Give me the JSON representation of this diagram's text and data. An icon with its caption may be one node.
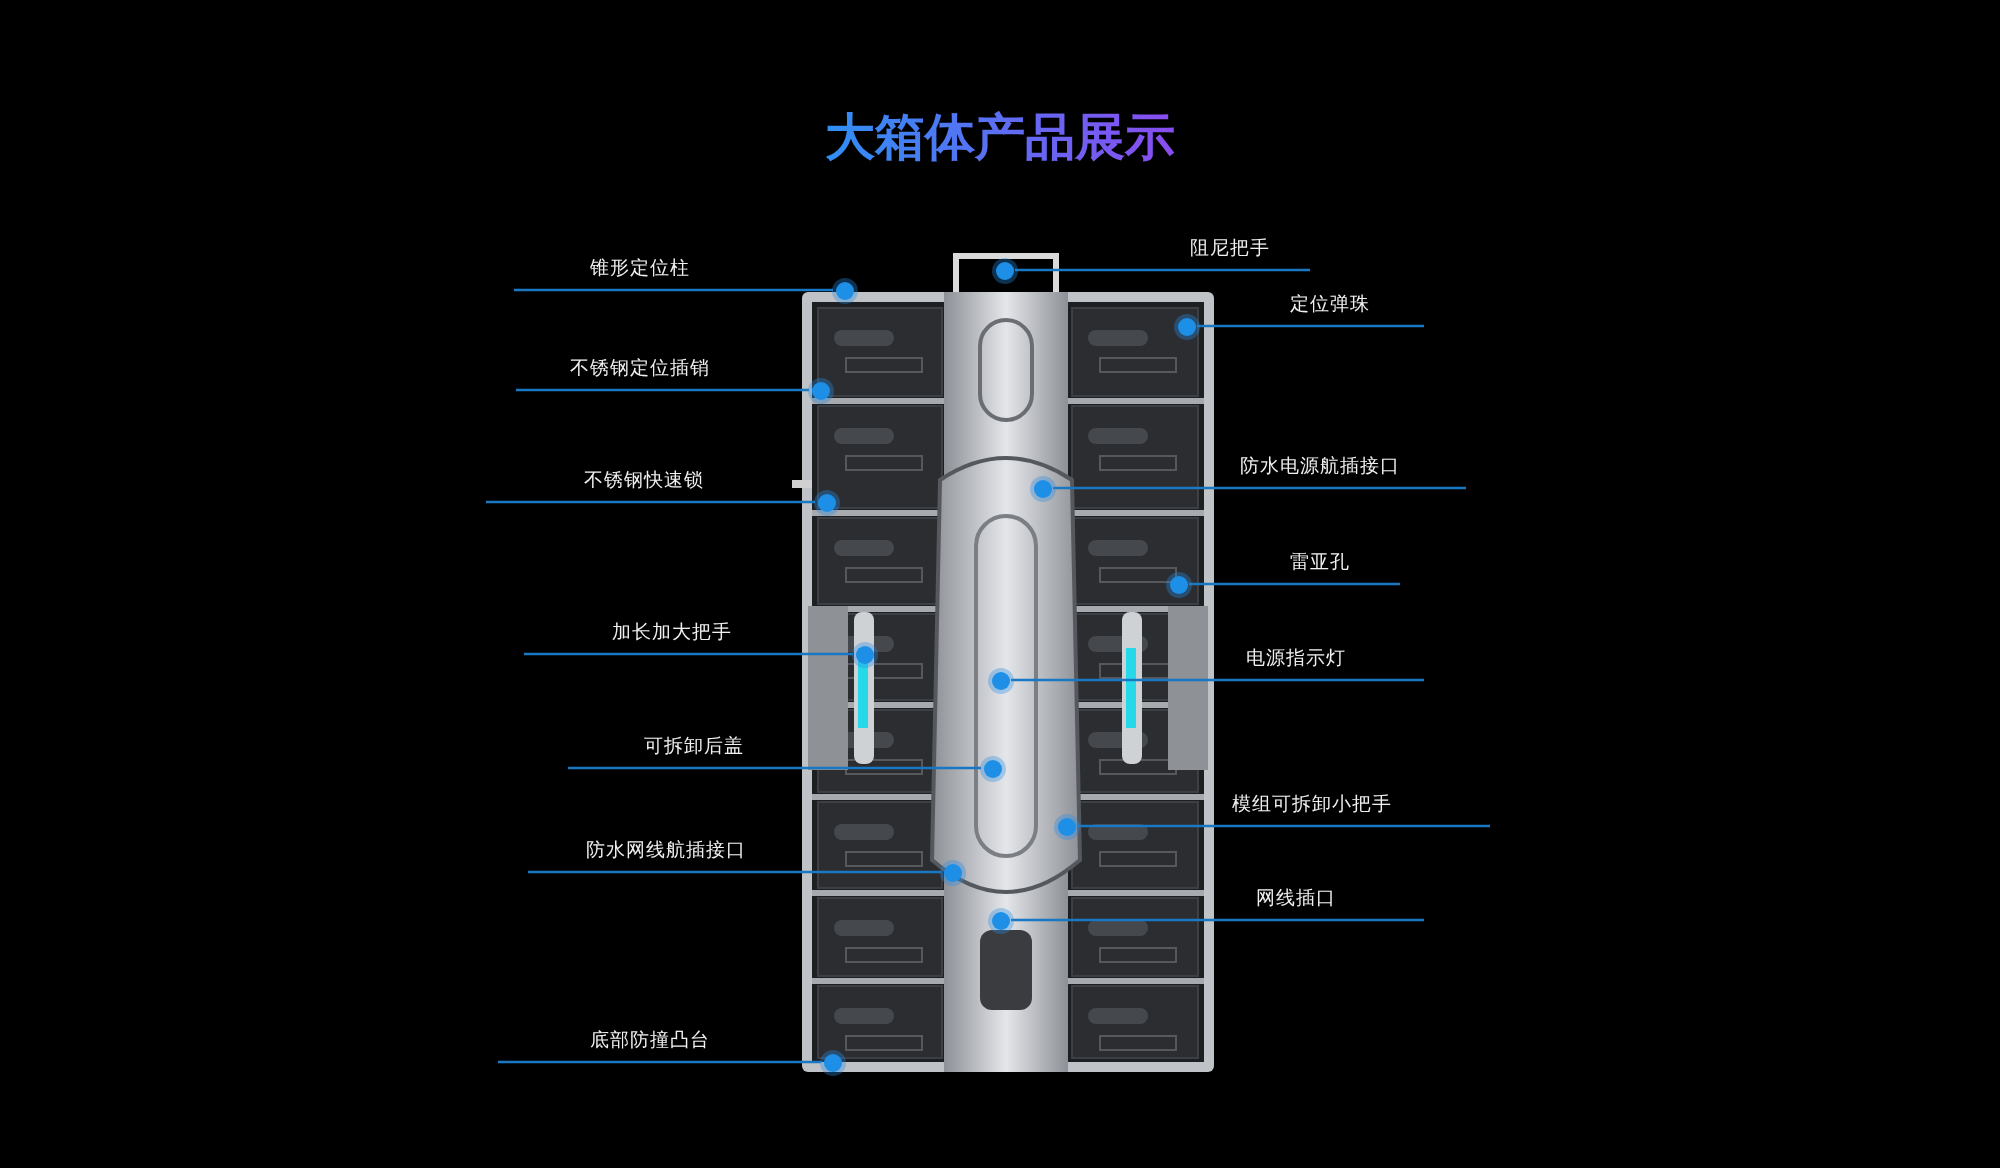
{
  "diagram": {
    "title": "大箱体产品展示",
    "nodes": [
      {
        "text": [
          "锥形定位柱"
        ]
      },
      {
        "text": [
          "不锈钢定位插销"
        ]
      },
      {
        "text": [
          "不锈钢快速锁"
        ]
      },
      {
        "text": [
          "加长加大把手"
        ]
      },
      {
        "text": [
          "可拆卸后盖"
        ]
      },
      {
        "text": [
          "防水网线航插接口"
        ]
      },
      {
        "text": [
          "底部防撞凸台"
        ]
      },
      {
        "text": [
          "阻尼把手"
        ]
      },
      {
        "text": [
          "定位弹珠"
        ]
      },
      {
        "text": [
          "防水电源航插接口"
        ]
      },
      {
        "text": [
          "雷亚孔"
        ]
      },
      {
        "text": [
          "电源指示灯"
        ]
      },
      {
        "text": [
          "模组可拆卸小把手"
        ]
      },
      {
        "text": [
          "网线插口"
        ]
      },
      {
        "text": [],
        "shape": "circle"
      },
      {
        "text": [],
        "shape": "circle"
      },
      {
        "text": [],
        "shape": "circle"
      },
      {
        "text": [],
        "shape": "circle"
      },
      {
        "text": [],
        "shape": "circle"
      },
      {
        "text": [],
        "shape": "circle"
      },
      {
        "text": [],
        "shape": "circle"
      },
      {
        "text": [],
        "shape": "circle"
      },
      {
        "text": [],
        "shape": "circle"
      },
      {
        "text": [],
        "shape": "circle"
      },
      {
        "text": [],
        "shape": "circle"
      },
      {
        "text": [],
        "shape": "circle"
      },
      {
        "text": [],
        "shape": "circle"
      },
      {
        "text": [],
        "shape": "circle"
      }
    ],
    "edges": [
      {
        "from": 0,
        "to": 14,
        "arrow": "none"
      },
      {
        "from": 1,
        "to": 15,
        "arrow": "none"
      },
      {
        "from": 2,
        "to": 16,
        "arrow": "none"
      },
      {
        "from": 3,
        "to": 17,
        "arrow": "none"
      },
      {
        "from": 4,
        "to": 18,
        "arrow": "none"
      },
      {
        "from": 5,
        "to": 19,
        "arrow": "none"
      },
      {
        "from": 6,
        "to": 20,
        "arrow": "none"
      },
      {
        "from": 7,
        "to": 21,
        "arrow": "none"
      },
      {
        "from": 8,
        "to": 22,
        "arrow": "none"
      },
      {
        "from": 9,
        "to": 23,
        "arrow": "none"
      },
      {
        "from": 10,
        "to": 24,
        "arrow": "none"
      },
      {
        "from": 11,
        "to": 25,
        "arrow": "none"
      },
      {
        "from": 12,
        "to": 26,
        "arrow": "none"
      },
      {
        "from": 13,
        "to": 27,
        "arrow": "none"
      }
    ]
  }
}
